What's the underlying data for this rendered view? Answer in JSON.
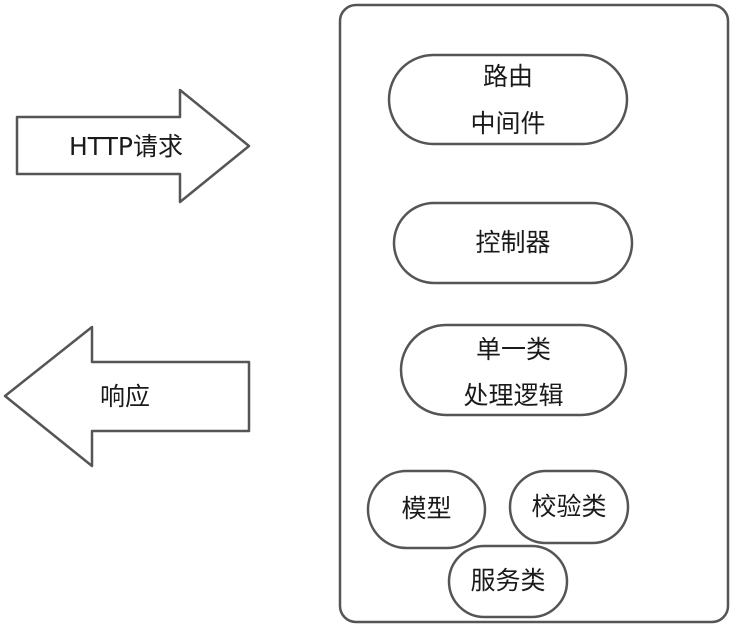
{
  "diagram": {
    "request_arrow": {
      "label": "HTTP请求"
    },
    "response_arrow": {
      "label": "响应"
    },
    "container": {
      "nodes": {
        "routing_middleware": {
          "line1": "路由",
          "line2": "中间件"
        },
        "controller": {
          "label": "控制器"
        },
        "single_logic": {
          "line1": "单一类",
          "line2": "处理逻辑"
        },
        "model": {
          "label": "模型"
        },
        "validation": {
          "label": "校验类"
        },
        "service": {
          "label": "服务类"
        }
      }
    },
    "colors": {
      "stroke": "#555555",
      "text": "#1a1a1a",
      "background": "#ffffff"
    }
  }
}
